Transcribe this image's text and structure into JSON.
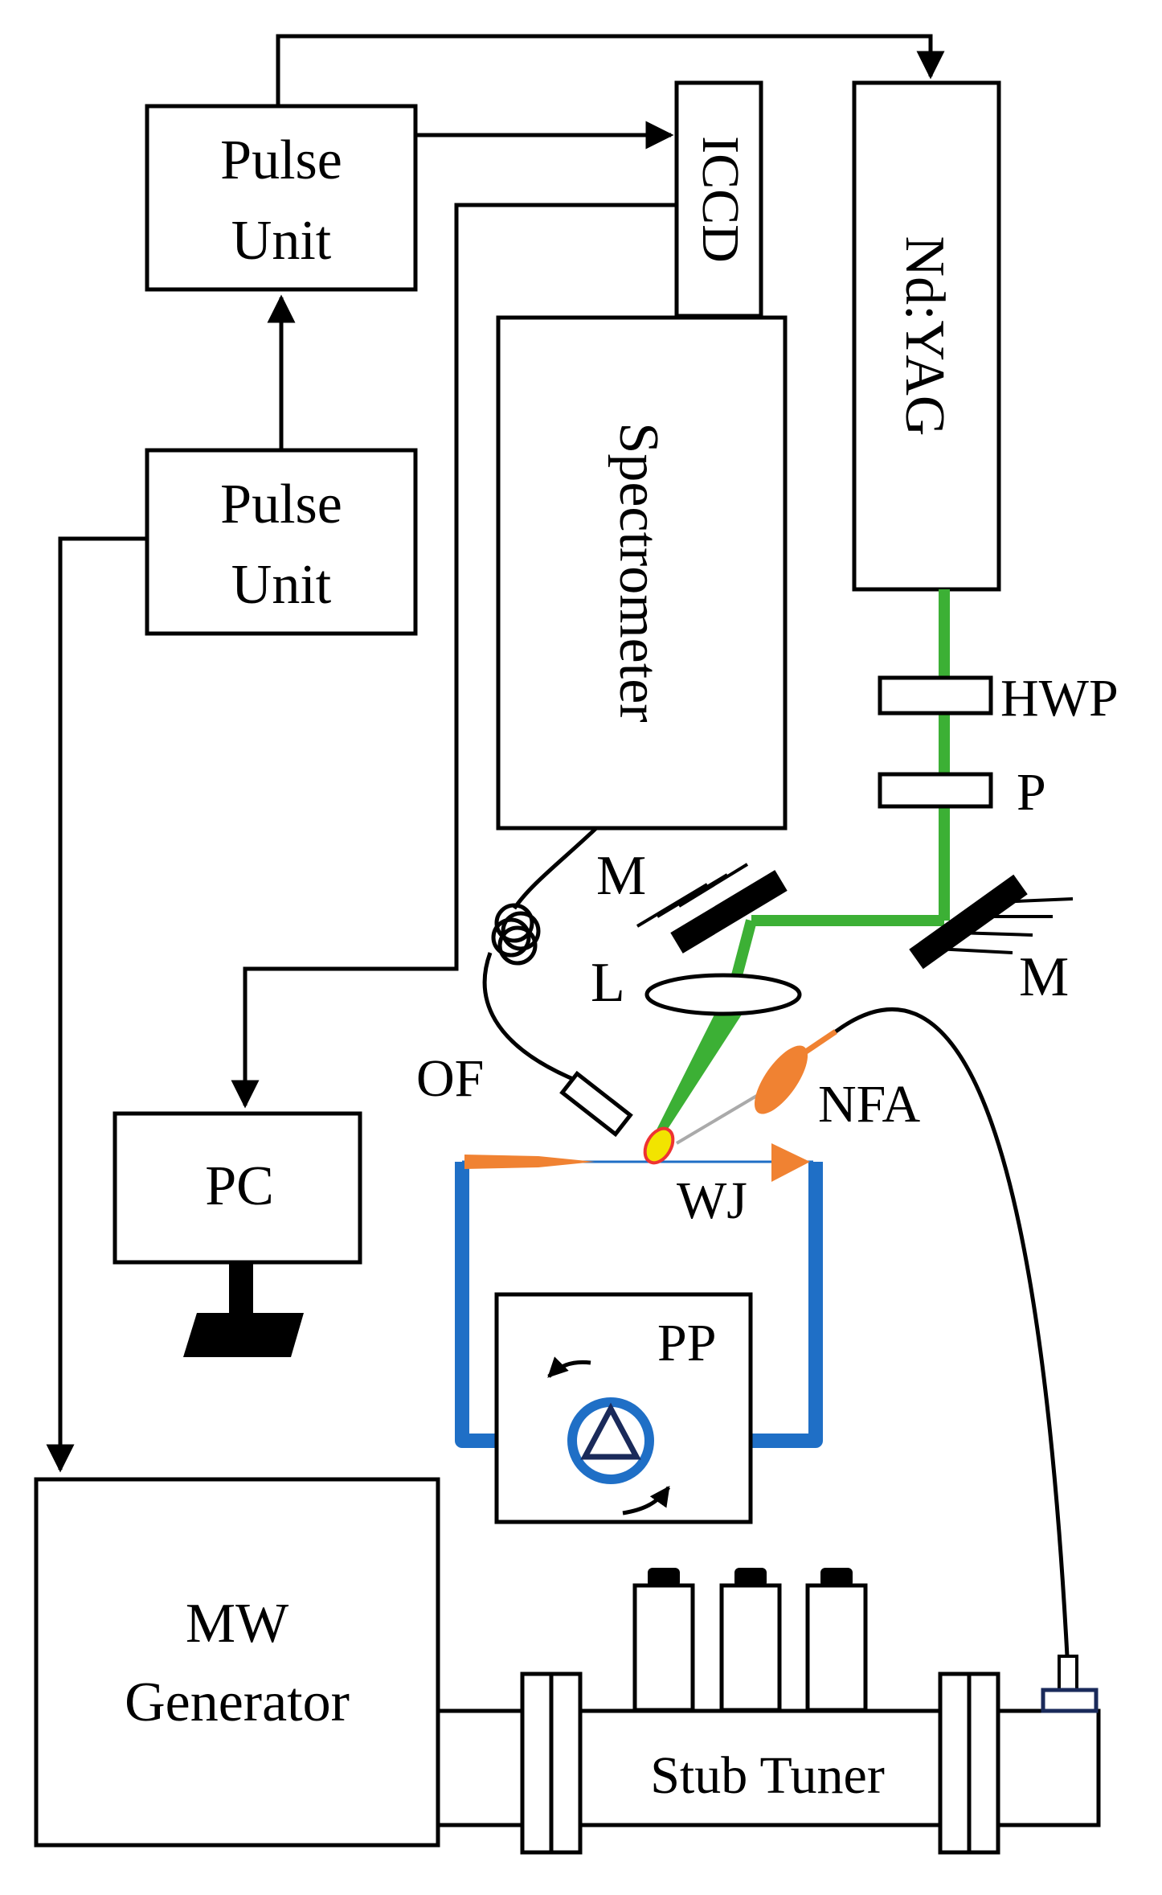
{
  "labels": {
    "pulse_unit_top_line1": "Pulse",
    "pulse_unit_top_line2": "Unit",
    "pulse_unit_mid_line1": "Pulse",
    "pulse_unit_mid_line2": "Unit",
    "iccd": "ICCD",
    "nd_yag": "Nd:YAG",
    "spectrometer": "Spectrometer",
    "hwp": "HWP",
    "polarizer": "P",
    "mirror_left": "M",
    "mirror_right": "M",
    "lens": "L",
    "optical_fiber": "OF",
    "nfa": "NFA",
    "water_jet": "WJ",
    "pc": "PC",
    "peristaltic_pump": "PP",
    "mw_generator_line1": "MW",
    "mw_generator_line2": "Generator",
    "stub_tuner": "Stub Tuner"
  },
  "colors": {
    "laser_beam": "#3cb035",
    "water_loop": "#1f6fc6",
    "nozzle": "#f08232",
    "plasma": "#f2e400",
    "pump_symbol": "#1a2a5a",
    "line": "#000000"
  }
}
